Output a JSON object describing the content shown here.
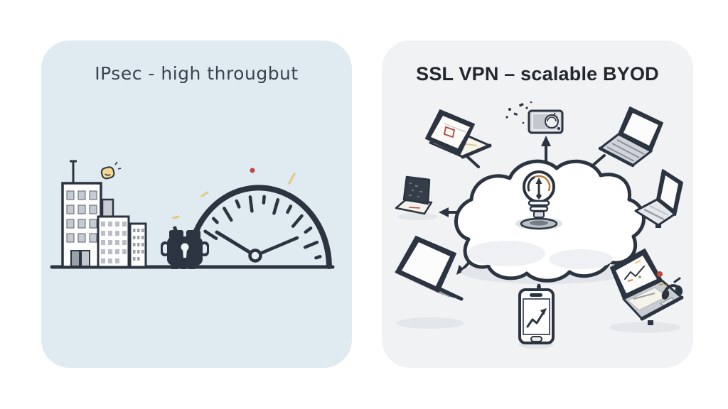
{
  "panels": {
    "ipsec": {
      "title": "IPsec - high througbut",
      "bg_color": "#dfeaf1",
      "title_color": "#3a444f",
      "illustration_elements": [
        "city-buildings",
        "padlock-gateway",
        "speedometer-gauge",
        "red-dot",
        "yellow-sparks"
      ]
    },
    "ssl_vpn": {
      "title": "SSL VPN – scalable BYOD",
      "bg_color": "#f0f2f4",
      "title_color": "#23272e",
      "illustration_elements": [
        "cloud",
        "lightbulb-gauge",
        "laptop-top-left",
        "tablet",
        "laptop-top-right",
        "netbook-right",
        "laptop-left-small",
        "laptop-bottom-left",
        "smartphone-with-chart",
        "laptop-bottom-right",
        "headset",
        "connector-arrows"
      ]
    }
  },
  "colors": {
    "outline": "#2b3440",
    "building_fill": "#fdfdfd",
    "window_fill": "#c6cad1",
    "device_gray": "#d0d4da",
    "accent_red": "#c2473c",
    "accent_yellow": "#eed28a",
    "bulb_arc_orange": "#b87a42",
    "chart_green": "#7aa05a"
  }
}
